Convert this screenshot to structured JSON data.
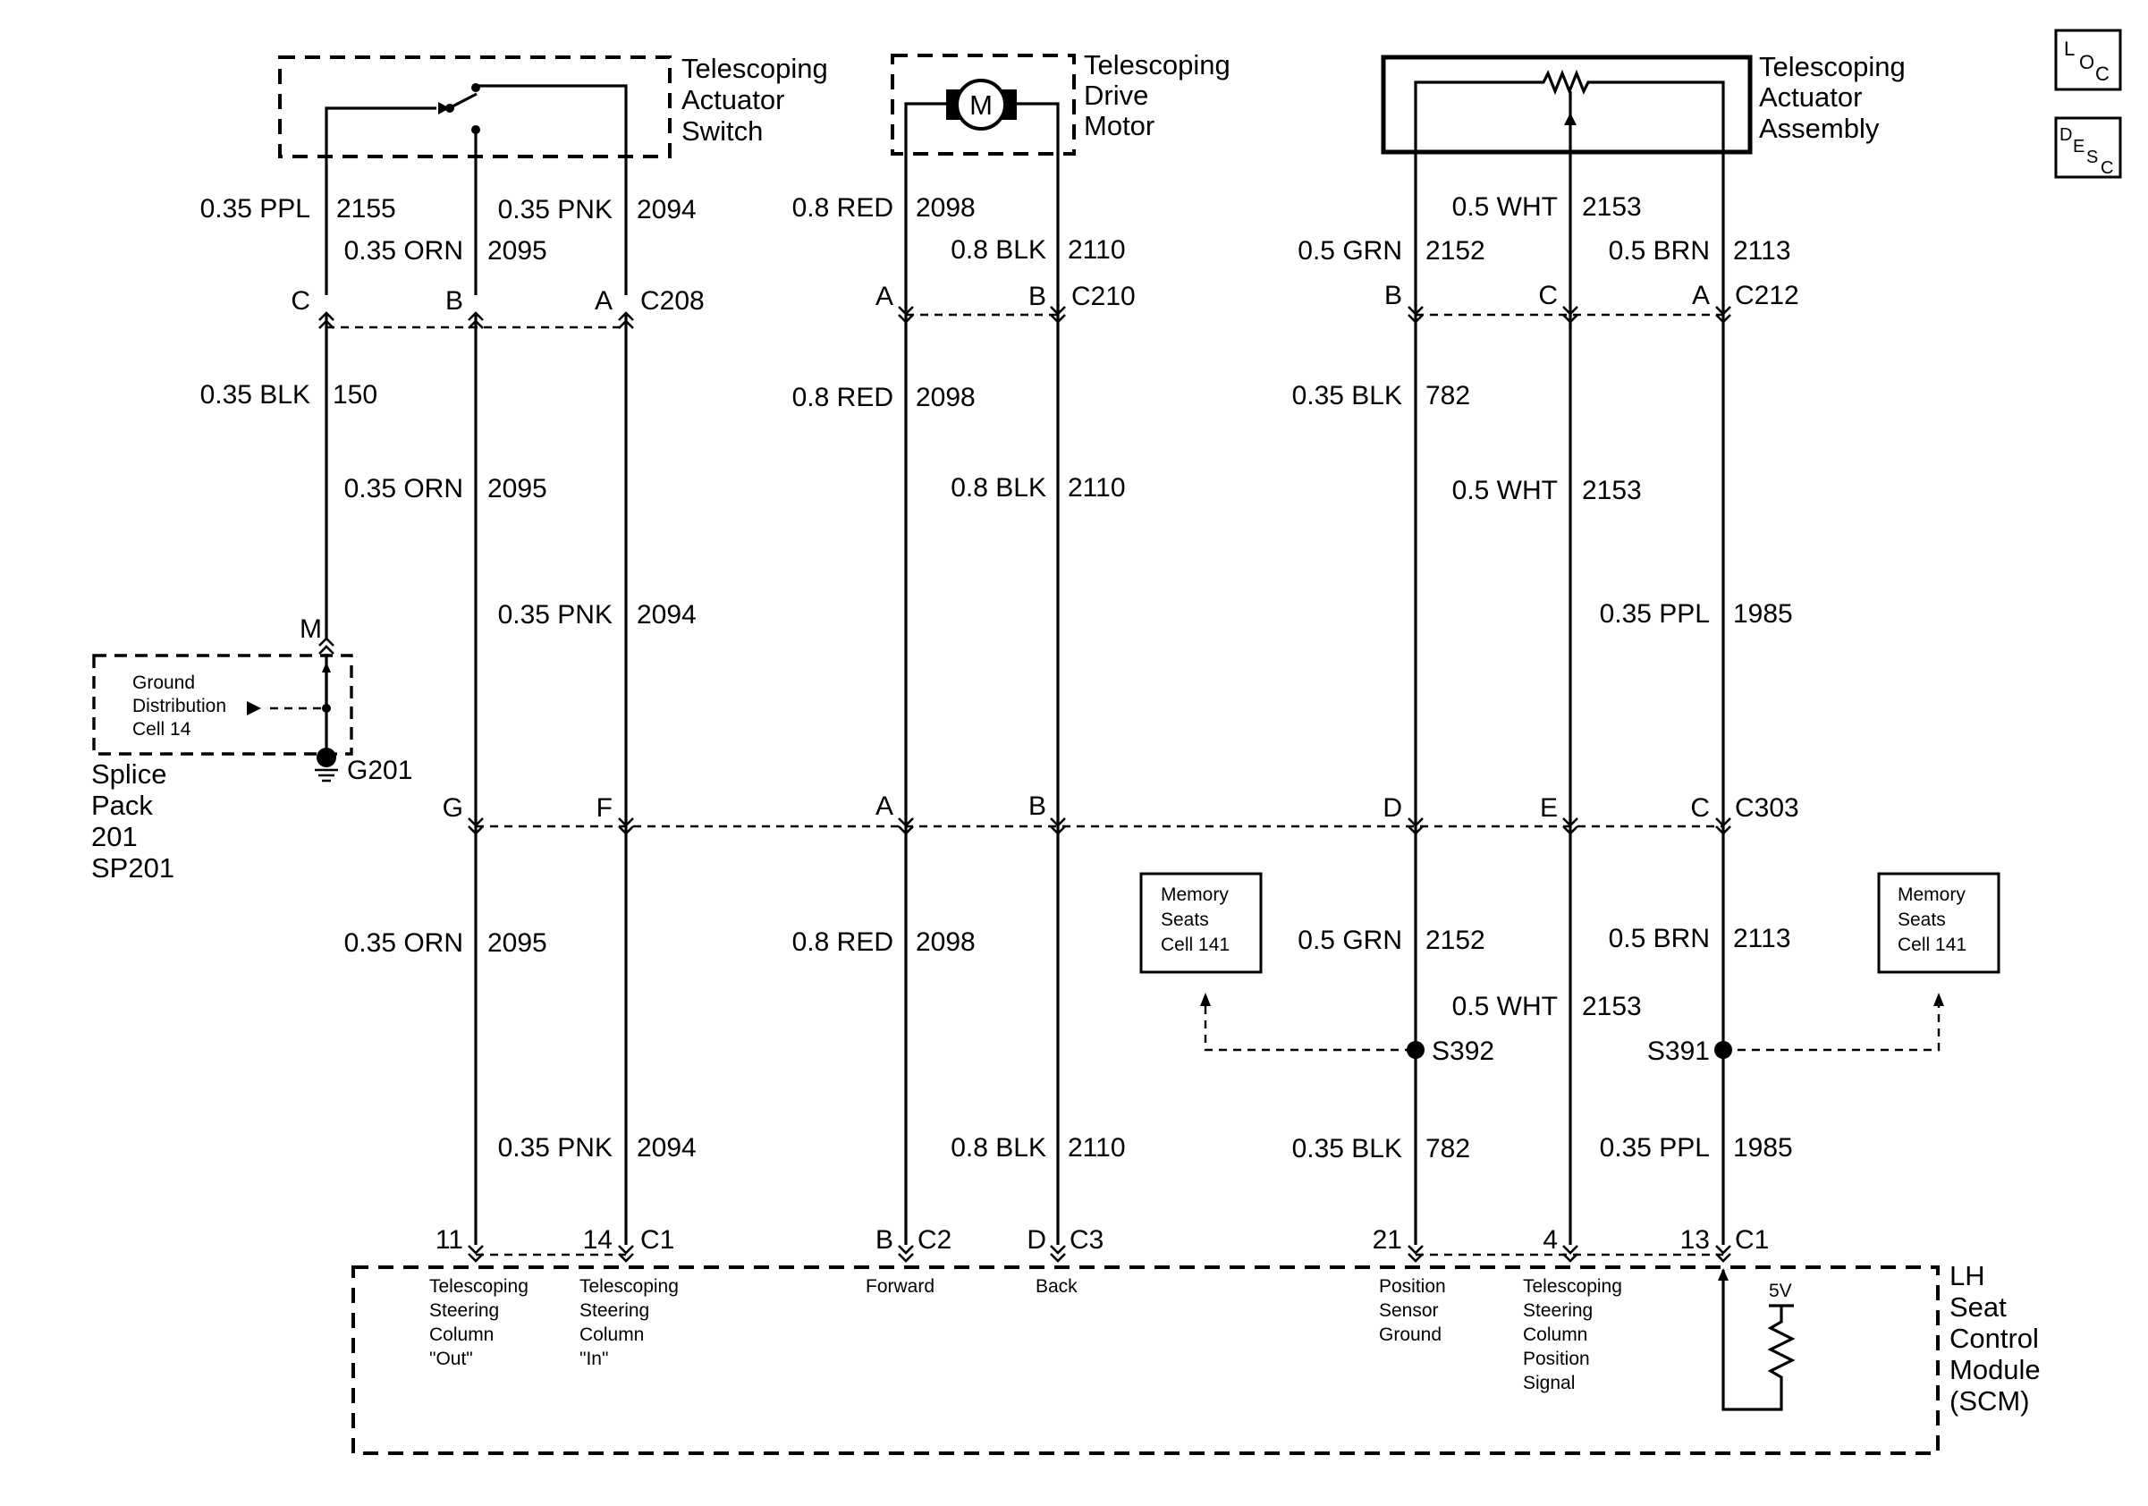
{
  "components": {
    "switch": [
      "Telescoping",
      "Actuator",
      "Switch"
    ],
    "motor": [
      "Telescoping",
      "Drive",
      "Motor"
    ],
    "motor_symbol": "M",
    "assembly": [
      "Telescoping",
      "Actuator",
      "Assembly"
    ],
    "scm": [
      "LH",
      "Seat",
      "Control",
      "Module",
      "(SCM)"
    ],
    "splice_pack": [
      "Splice",
      "Pack",
      "201",
      "SP201"
    ],
    "ground_box": [
      "Ground",
      "Distribution",
      "Cell 14"
    ],
    "memory_left": [
      "Memory",
      "Seats",
      "Cell 141"
    ],
    "memory_right": [
      "Memory",
      "Seats",
      "Cell 141"
    ],
    "supply": "5V"
  },
  "icons": {
    "loc": {
      "big": "L",
      "sub": "O",
      "sub2": "C"
    },
    "desc": {
      "big": "D",
      "sub": "E",
      "sub2": "S",
      "sub3": "C"
    }
  },
  "connectors": {
    "c208": "C208",
    "c210": "C210",
    "c212": "C212",
    "c303": "C303",
    "c1_left": "C1",
    "c2": "C2",
    "c3": "C3",
    "c1_right": "C1",
    "g201": "G201",
    "s392": "S392",
    "s391": "S391"
  },
  "pins": {
    "c208": [
      "C",
      "B",
      "A"
    ],
    "c210": [
      "A",
      "B"
    ],
    "c212": [
      "B",
      "C",
      "A"
    ],
    "m": "M",
    "c303": [
      "G",
      "F",
      "A",
      "B",
      "D",
      "E",
      "C"
    ],
    "module": [
      "11",
      "14",
      "B",
      "D",
      "21",
      "4",
      "13"
    ]
  },
  "wires": {
    "sw_c": {
      "color": "0.35 PPL",
      "circuit": "2155"
    },
    "sw_b": {
      "color": "0.35 ORN",
      "circuit": "2095"
    },
    "sw_a": {
      "color": "0.35 PNK",
      "circuit": "2094"
    },
    "mot_a": {
      "color": "0.8 RED",
      "circuit": "2098"
    },
    "mot_b": {
      "color": "0.8 BLK",
      "circuit": "2110"
    },
    "asm_b": {
      "color": "0.5 GRN",
      "circuit": "2152"
    },
    "asm_c": {
      "color": "0.5 WHT",
      "circuit": "2153"
    },
    "asm_a": {
      "color": "0.5 BRN",
      "circuit": "2113"
    },
    "gnd": {
      "color": "0.35 BLK",
      "circuit": "150"
    },
    "mid_orn": {
      "color": "0.35 ORN",
      "circuit": "2095"
    },
    "mid_pnk": {
      "color": "0.35 PNK",
      "circuit": "2094"
    },
    "mid_red": {
      "color": "0.8 RED",
      "circuit": "2098"
    },
    "mid_blk": {
      "color": "0.8 BLK",
      "circuit": "2110"
    },
    "mid_blk782": {
      "color": "0.35 BLK",
      "circuit": "782"
    },
    "mid_wht": {
      "color": "0.5 WHT",
      "circuit": "2153"
    },
    "mid_ppl": {
      "color": "0.35 PPL",
      "circuit": "1985"
    },
    "low_orn": {
      "color": "0.35 ORN",
      "circuit": "2095"
    },
    "low_red": {
      "color": "0.8 RED",
      "circuit": "2098"
    },
    "low_grn": {
      "color": "0.5 GRN",
      "circuit": "2152"
    },
    "low_brn": {
      "color": "0.5 BRN",
      "circuit": "2113"
    },
    "low_wht": {
      "color": "0.5 WHT",
      "circuit": "2153"
    },
    "bot_pnk": {
      "color": "0.35 PNK",
      "circuit": "2094"
    },
    "bot_blk": {
      "color": "0.8 BLK",
      "circuit": "2110"
    },
    "bot_blk782": {
      "color": "0.35 BLK",
      "circuit": "782"
    },
    "bot_ppl": {
      "color": "0.35 PPL",
      "circuit": "1985"
    }
  },
  "module_functions": {
    "out": [
      "Telescoping",
      "Steering",
      "Column",
      "\"Out\""
    ],
    "in": [
      "Telescoping",
      "Steering",
      "Column",
      "\"In\""
    ],
    "forward": "Forward",
    "back": "Back",
    "ground": [
      "Position",
      "Sensor",
      "Ground"
    ],
    "signal": [
      "Telescoping",
      "Steering",
      "Column",
      "Position",
      "Signal"
    ]
  }
}
